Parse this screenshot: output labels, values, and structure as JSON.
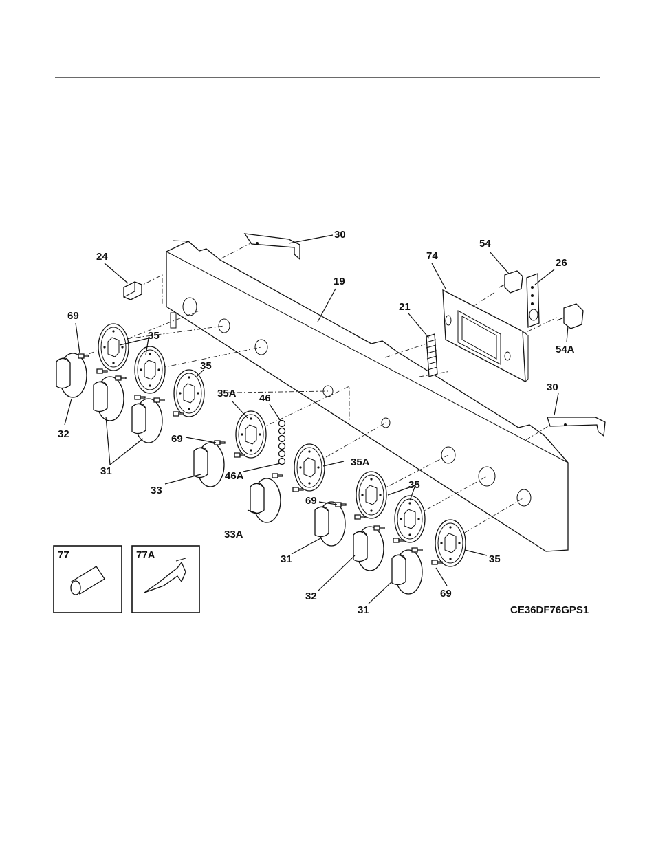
{
  "diagram": {
    "model_code": "CE36DF76GPS1",
    "inset_labels": [
      "77",
      "77A"
    ],
    "callouts": [
      {
        "id": "c30a",
        "text": "30"
      },
      {
        "id": "c24",
        "text": "24"
      },
      {
        "id": "c19",
        "text": "19"
      },
      {
        "id": "c74",
        "text": "74"
      },
      {
        "id": "c54",
        "text": "54"
      },
      {
        "id": "c26",
        "text": "26"
      },
      {
        "id": "c21",
        "text": "21"
      },
      {
        "id": "c54a",
        "text": "54A"
      },
      {
        "id": "c69a",
        "text": "69"
      },
      {
        "id": "c35a",
        "text": "35"
      },
      {
        "id": "c35b",
        "text": "35"
      },
      {
        "id": "c32a",
        "text": "32"
      },
      {
        "id": "c31a",
        "text": "31"
      },
      {
        "id": "c69b",
        "text": "69"
      },
      {
        "id": "c35A1",
        "text": "35A"
      },
      {
        "id": "c46",
        "text": "46"
      },
      {
        "id": "c33",
        "text": "33"
      },
      {
        "id": "c46A",
        "text": "46A"
      },
      {
        "id": "c35A2",
        "text": "35A"
      },
      {
        "id": "c30b",
        "text": "30"
      },
      {
        "id": "c69c",
        "text": "69"
      },
      {
        "id": "c35c",
        "text": "35"
      },
      {
        "id": "c33A",
        "text": "33A"
      },
      {
        "id": "c31b",
        "text": "31"
      },
      {
        "id": "c35d",
        "text": "35"
      },
      {
        "id": "c32b",
        "text": "32"
      },
      {
        "id": "c31c",
        "text": "31"
      },
      {
        "id": "c69d",
        "text": "69"
      }
    ]
  }
}
